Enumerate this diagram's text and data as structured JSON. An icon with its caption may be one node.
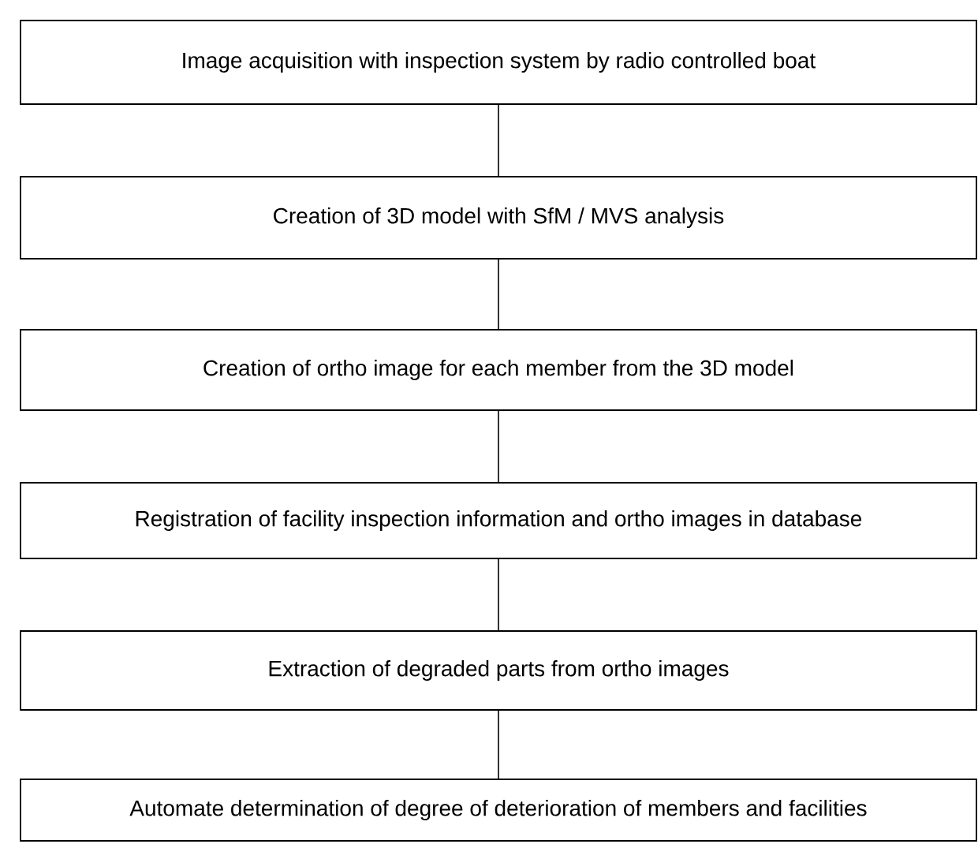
{
  "diagram": {
    "nodes": [
      {
        "text": [
          "Image acquisition with inspection system by radio controlled boat"
        ]
      },
      {
        "text": [
          "Creation of 3D model with SfM / MVS analysis"
        ]
      },
      {
        "text": [
          "Creation of ortho image for each member from the 3D model"
        ]
      },
      {
        "text": [
          "Registration of facility inspection information and ortho images in database"
        ]
      },
      {
        "text": [
          "Extraction of degraded parts from ortho images"
        ]
      },
      {
        "text": [
          "Automate determination of degree of deterioration of members and facilities"
        ]
      }
    ],
    "edges": [
      {
        "from": 0,
        "to": 1,
        "arrow": "none"
      },
      {
        "from": 1,
        "to": 2,
        "arrow": "none"
      },
      {
        "from": 2,
        "to": 3,
        "arrow": "none"
      },
      {
        "from": 3,
        "to": 4,
        "arrow": "none"
      },
      {
        "from": 4,
        "to": 5,
        "arrow": "none"
      }
    ]
  }
}
